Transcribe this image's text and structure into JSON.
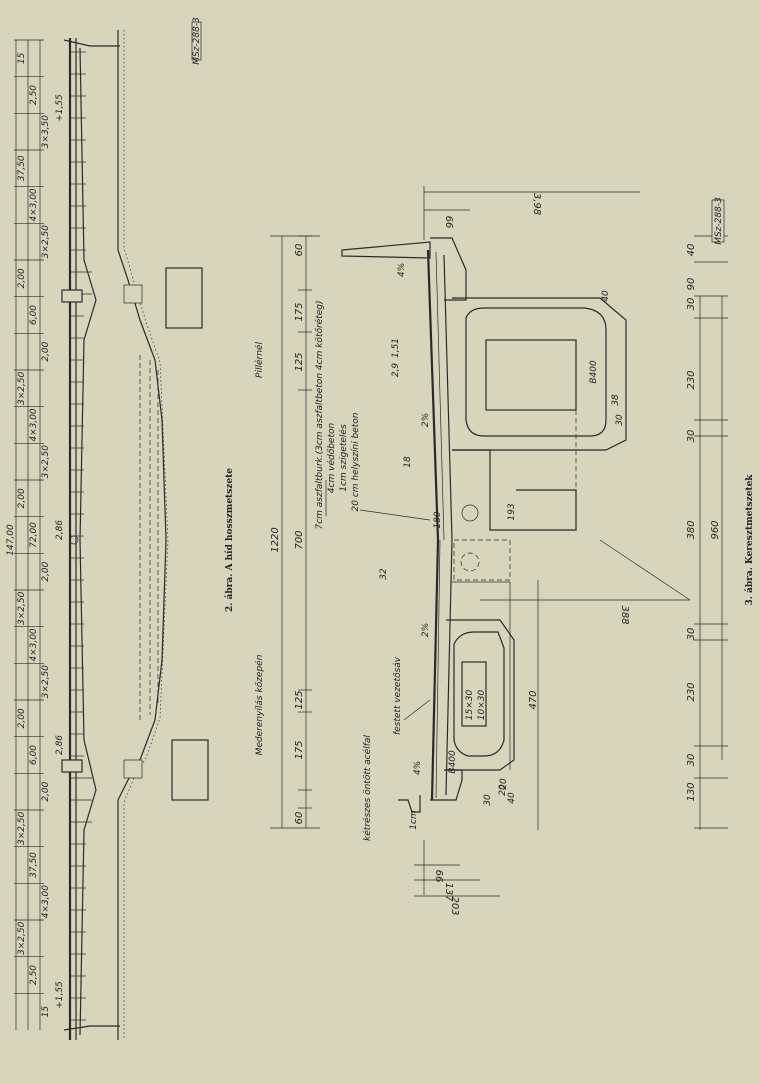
{
  "figure2": {
    "caption": "2. ábra. A híd hosszmetszete",
    "code": "MSz-288-3",
    "total": "147,00",
    "dims_top": [
      "15",
      "2,50",
      "3×3,50",
      "37,50",
      "4×3,00",
      "3×2,50",
      "2,00",
      "6,00",
      "2,00",
      "3×2,50",
      "4×3,00",
      "3×2,50",
      "2,00",
      "72,00",
      "2,00",
      "3×2,50",
      "4×3,00",
      "3×2,50",
      "2,00",
      "6,00",
      "2,00",
      "3×2,50",
      "37,50",
      "4×3,00",
      "3×2,50",
      "2,50",
      "15"
    ],
    "elev_labels": [
      "+1,55",
      "2,86",
      "2,86",
      "+1,55"
    ]
  },
  "figure3": {
    "caption": "3. ábra. Keresztmetszetek",
    "code": "MSz-288-3",
    "left_label": "Mederenyílás közepén",
    "right_label": "Pillérnél",
    "overall_width": "1220",
    "deck_dims": [
      "60",
      "175",
      "125",
      "700",
      "125",
      "175",
      "60"
    ],
    "layers": [
      "7cm aszfaltburk.(3cm aszfaltbeton 4cm kötőréteg)",
      "4cm védőbeton",
      "1cm szigetelés",
      "20 cm helyszíni beton"
    ],
    "label_stripe": "festett vezetősáv",
    "label_railing": "kétrészes öntött acélfal",
    "label_grade": "B400",
    "label_grade2": "B400",
    "slope_left": "2%",
    "slope_right": "2%",
    "notes": [
      "1cm",
      "4%",
      "32",
      "18",
      "193",
      "180",
      "15×30",
      "10×30",
      "20",
      "38",
      "30",
      "2,9",
      "1,51",
      "4%",
      "40"
    ],
    "dims_bottom_left": [
      "40",
      "20",
      "30"
    ],
    "dims_bottom": [
      "130",
      "30",
      "230",
      "30",
      "380",
      "30",
      "230",
      "30",
      "90",
      "40"
    ],
    "dims_span": [
      "470",
      "960"
    ],
    "dims_top_right": [
      "3,98",
      "66"
    ],
    "dims_left_bottom": [
      "66",
      "137",
      "203"
    ],
    "dim_388": "388"
  }
}
